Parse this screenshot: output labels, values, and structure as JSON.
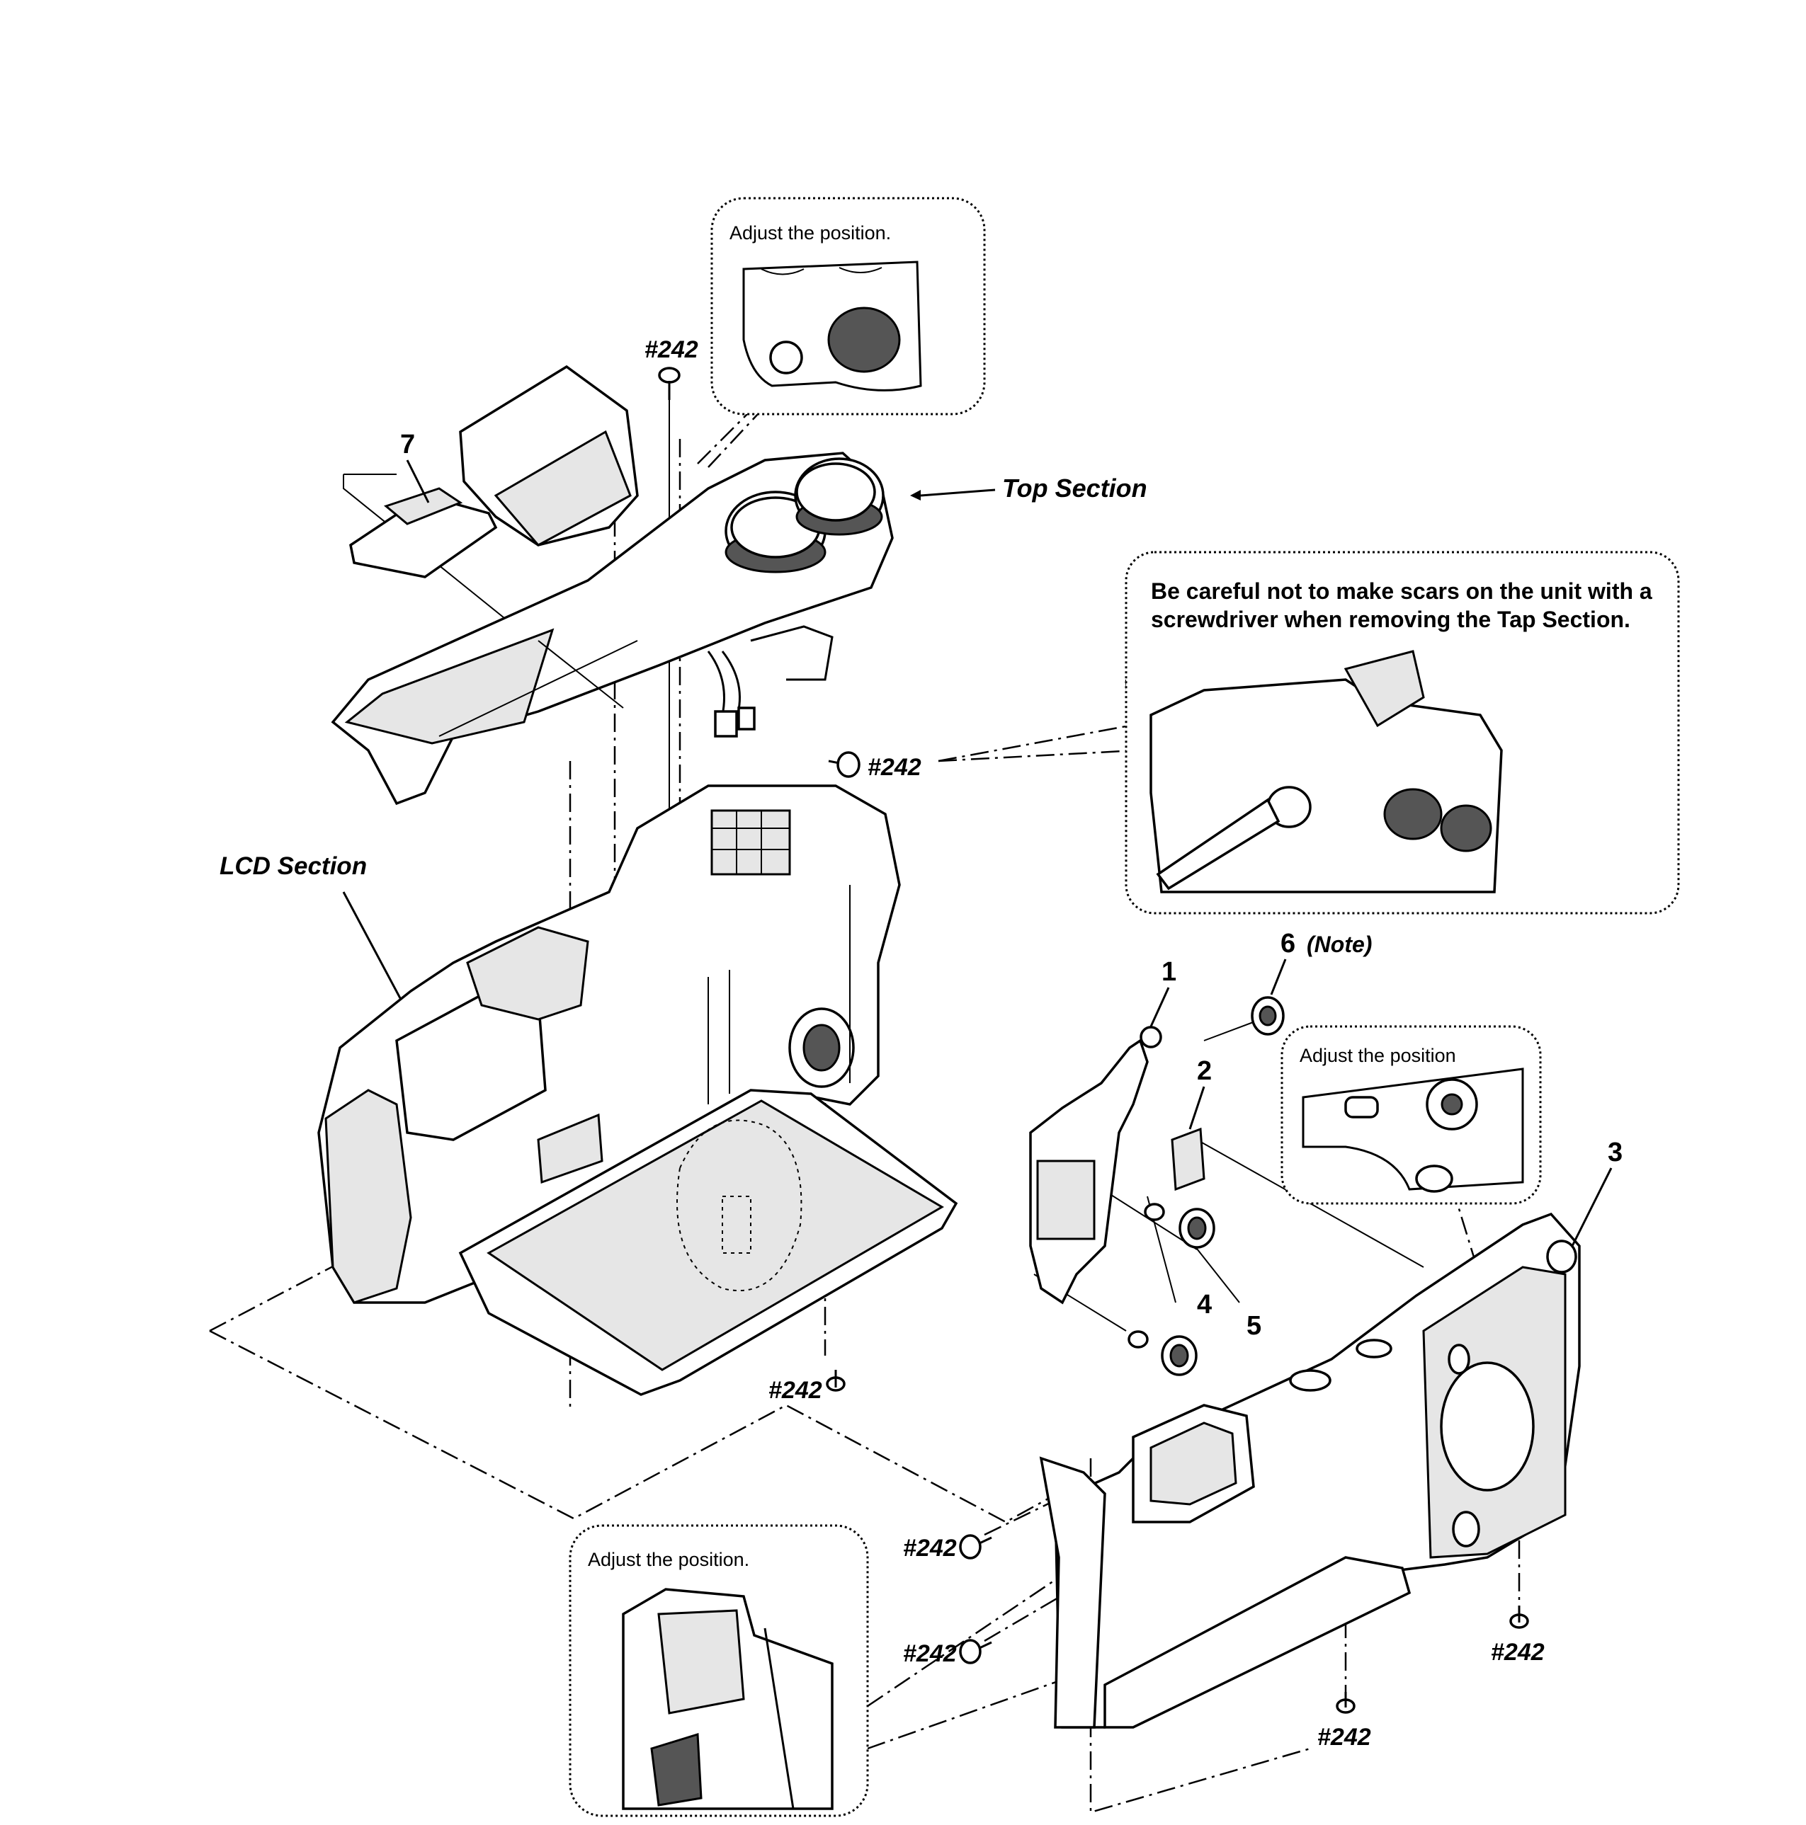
{
  "labels": {
    "top_section": "Top Section",
    "lcd_section": "LCD Section",
    "screw": "#242",
    "part_1": "1",
    "part_2": "2",
    "part_3": "3",
    "part_4": "4",
    "part_5": "5",
    "part_6": "6",
    "part_6_note": "(Note)",
    "part_7": "7"
  },
  "callouts": {
    "adjust_top": "Adjust the position.",
    "adjust_right": "Adjust the position",
    "adjust_bottom": "Adjust the position.",
    "careful_line1": "Be careful not to make scars on the unit with a",
    "careful_line2": "screwdriver when removing the Tap Section."
  }
}
